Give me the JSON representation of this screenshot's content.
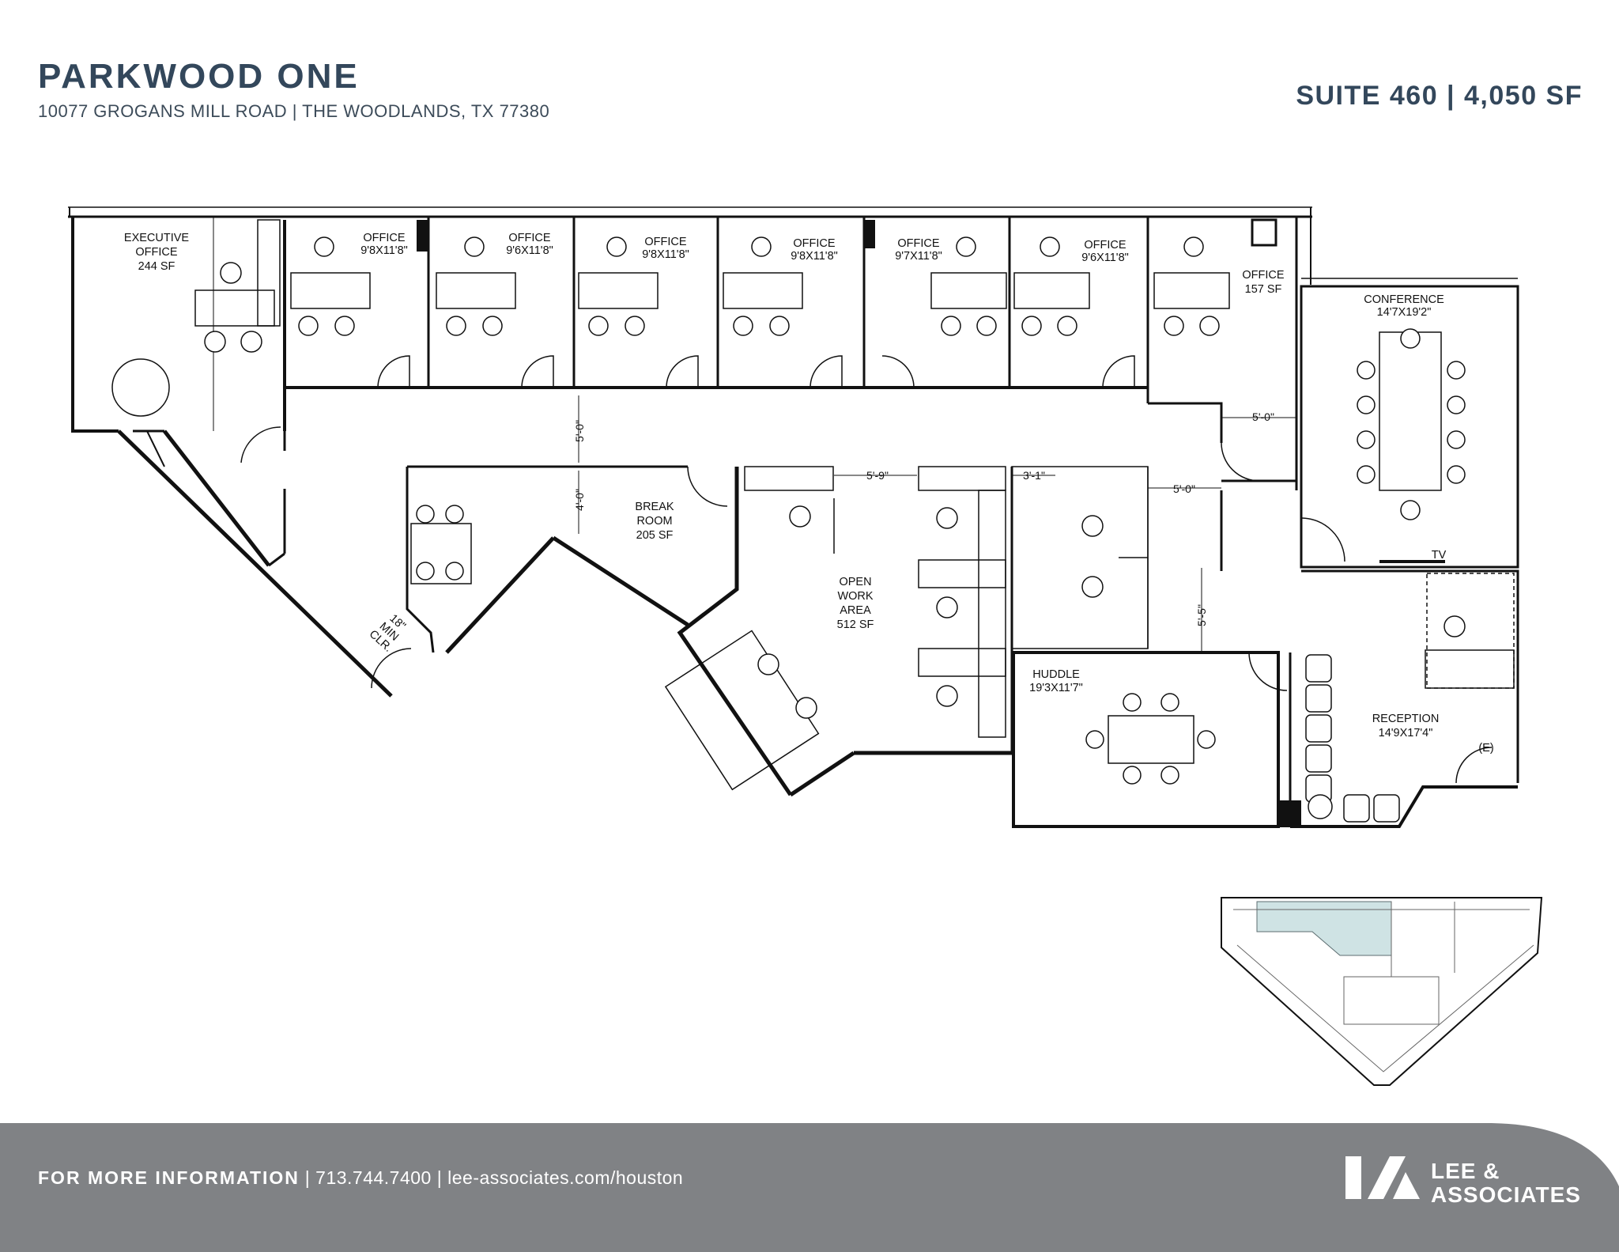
{
  "header": {
    "title": "PARKWOOD ONE",
    "address": "10077 GROGANS MILL ROAD | THE WOODLANDS, TX 77380",
    "suite": "SUITE 460 | 4,050 SF"
  },
  "rooms": {
    "executive_office": [
      "EXECUTIVE",
      "OFFICE",
      "244 SF"
    ],
    "office_1": [
      "OFFICE",
      "9'8X11'8\""
    ],
    "office_2": [
      "OFFICE",
      "9'6X11'8\""
    ],
    "office_3": [
      "OFFICE",
      "9'8X11'8\""
    ],
    "office_4": [
      "OFFICE",
      "9'8X11'8\""
    ],
    "office_5": [
      "OFFICE",
      "9'7X11'8\""
    ],
    "office_6": [
      "OFFICE",
      "9'6X11'8\""
    ],
    "office_7": [
      "OFFICE",
      "157 SF"
    ],
    "conference": [
      "CONFERENCE",
      "14'7X19'2\""
    ],
    "break_room": [
      "BREAK",
      "ROOM",
      "205 SF"
    ],
    "open_work_area": [
      "OPEN",
      "WORK",
      "AREA",
      "512 SF"
    ],
    "huddle": [
      "HUDDLE",
      "19'3X11'7\""
    ],
    "reception": [
      "RECEPTION",
      "14'9X17'4\""
    ]
  },
  "dimensions": {
    "corridor_top": "5'-0\"",
    "corridor_break": "4'-0\"",
    "open_gap": "5'-9\"",
    "cube_gap": "3'-1\"",
    "aisle": "5'-0\"",
    "conf_aisle": "5'-0\"",
    "huddle_gap": "5'-5\""
  },
  "notes": {
    "clearance": [
      "18\"",
      "MIN",
      "CLR."
    ],
    "tv": "TV",
    "exit": "(E)"
  },
  "footer": {
    "label": "FOR MORE INFORMATION",
    "phone": "713.744.7400",
    "website": "lee-associates.com/houston",
    "separator": "|"
  },
  "logo": {
    "line1": "LEE &",
    "line2": "ASSOCIATES"
  },
  "colors": {
    "footer_bg": "#808285",
    "footer_curve": "#9d9fa2",
    "title": "#33475b",
    "keyplan_highlight": "#cfe3e4"
  }
}
